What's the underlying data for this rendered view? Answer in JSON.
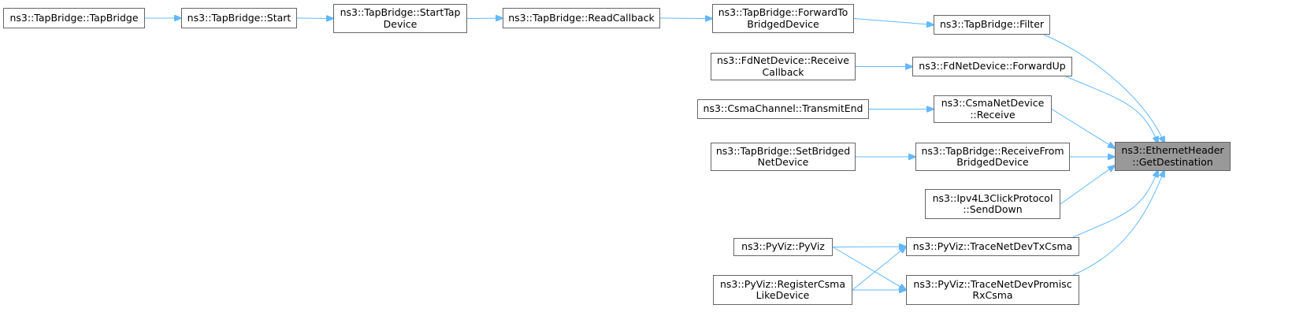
{
  "graph": {
    "colors": {
      "edge": "#63b8ff",
      "border": "#666666",
      "target_fill": "#999999",
      "node_fill": "#ffffff"
    },
    "nodes": [
      {
        "id": "tapbridge-ctor",
        "label": "ns3::TapBridge::TapBridge"
      },
      {
        "id": "tapbridge-start",
        "label": "ns3::TapBridge::Start"
      },
      {
        "id": "tapbridge-starttapdevice",
        "label": "ns3::TapBridge::StartTap\nDevice"
      },
      {
        "id": "tapbridge-readcallback",
        "label": "ns3::TapBridge::ReadCallback"
      },
      {
        "id": "tapbridge-forwardtobridgeddevice",
        "label": "ns3::TapBridge::ForwardTo\nBridgedDevice"
      },
      {
        "id": "tapbridge-filter",
        "label": "ns3::TapBridge::Filter"
      },
      {
        "id": "fdnetdevice-receivecallback",
        "label": "ns3::FdNetDevice::Receive\nCallback"
      },
      {
        "id": "fdnetdevice-forwardup",
        "label": "ns3::FdNetDevice::ForwardUp"
      },
      {
        "id": "csmachannel-transmitend",
        "label": "ns3::CsmaChannel::TransmitEnd"
      },
      {
        "id": "csmanetdevice-receive",
        "label": "ns3::CsmaNetDevice\n::Receive"
      },
      {
        "id": "tapbridge-setbridgednetdevice",
        "label": "ns3::TapBridge::SetBridged\nNetDevice"
      },
      {
        "id": "tapbridge-receivefrombridgeddevice",
        "label": "ns3::TapBridge::ReceiveFrom\nBridgedDevice"
      },
      {
        "id": "ipv4l3clickprotocol-senddown",
        "label": "ns3::Ipv4L3ClickProtocol\n::SendDown"
      },
      {
        "id": "pyviz-ctor",
        "label": "ns3::PyViz::PyViz"
      },
      {
        "id": "pyviz-tracenetdevtxcsma",
        "label": "ns3::PyViz::TraceNetDevTxCsma"
      },
      {
        "id": "pyviz-registercsmalikedevice",
        "label": "ns3::PyViz::RegisterCsma\nLikeDevice"
      },
      {
        "id": "pyviz-tracenetdevpromiscrxcsma",
        "label": "ns3::PyViz::TraceNetDevPromisc\nRxCsma"
      },
      {
        "id": "ethernetheader-getdestination",
        "label": "ns3::EthernetHeader\n::GetDestination",
        "target": true
      }
    ],
    "edges": [
      {
        "from": "tapbridge-ctor",
        "to": "tapbridge-start"
      },
      {
        "from": "tapbridge-start",
        "to": "tapbridge-starttapdevice"
      },
      {
        "from": "tapbridge-starttapdevice",
        "to": "tapbridge-readcallback"
      },
      {
        "from": "tapbridge-readcallback",
        "to": "tapbridge-forwardtobridgeddevice"
      },
      {
        "from": "tapbridge-forwardtobridgeddevice",
        "to": "tapbridge-filter"
      },
      {
        "from": "tapbridge-filter",
        "to": "ethernetheader-getdestination"
      },
      {
        "from": "fdnetdevice-receivecallback",
        "to": "fdnetdevice-forwardup"
      },
      {
        "from": "fdnetdevice-forwardup",
        "to": "ethernetheader-getdestination"
      },
      {
        "from": "csmachannel-transmitend",
        "to": "csmanetdevice-receive"
      },
      {
        "from": "csmanetdevice-receive",
        "to": "ethernetheader-getdestination"
      },
      {
        "from": "tapbridge-setbridgednetdevice",
        "to": "tapbridge-receivefrombridgeddevice"
      },
      {
        "from": "tapbridge-receivefrombridgeddevice",
        "to": "ethernetheader-getdestination"
      },
      {
        "from": "ipv4l3clickprotocol-senddown",
        "to": "ethernetheader-getdestination"
      },
      {
        "from": "pyviz-ctor",
        "to": "pyviz-tracenetdevtxcsma"
      },
      {
        "from": "pyviz-ctor",
        "to": "pyviz-tracenetdevpromiscrxcsma"
      },
      {
        "from": "pyviz-registercsmalikedevice",
        "to": "pyviz-tracenetdevtxcsma"
      },
      {
        "from": "pyviz-registercsmalikedevice",
        "to": "pyviz-tracenetdevpromiscrxcsma"
      },
      {
        "from": "pyviz-tracenetdevtxcsma",
        "to": "ethernetheader-getdestination"
      },
      {
        "from": "pyviz-tracenetdevpromiscrxcsma",
        "to": "ethernetheader-getdestination"
      }
    ]
  }
}
